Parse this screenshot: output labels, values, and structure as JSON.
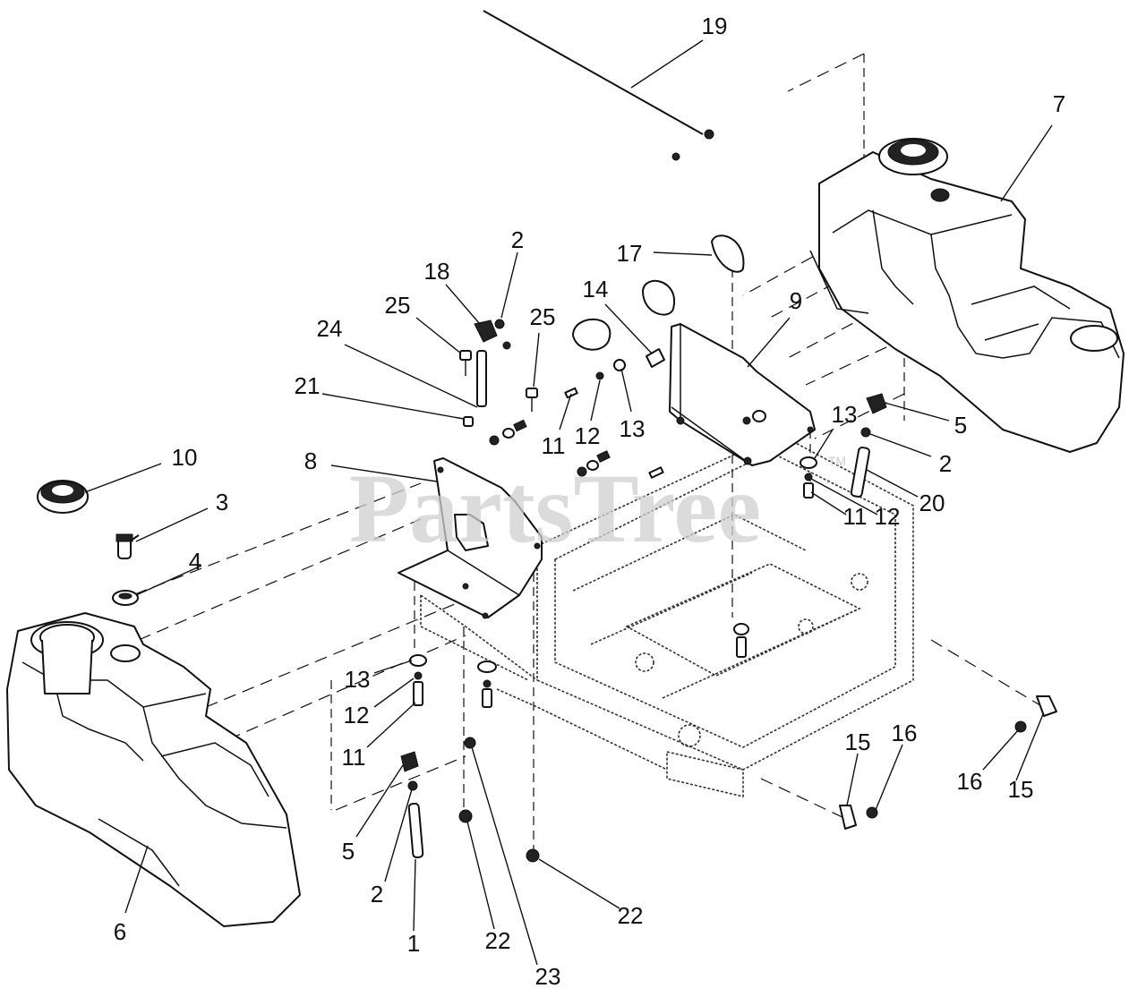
{
  "watermark": {
    "text": "PartsTree",
    "trademark": "TM"
  },
  "callouts": [
    {
      "id": "c19",
      "label": "19"
    },
    {
      "id": "c7",
      "label": "7"
    },
    {
      "id": "c2a",
      "label": "2"
    },
    {
      "id": "c18",
      "label": "18"
    },
    {
      "id": "c17",
      "label": "17"
    },
    {
      "id": "c25a",
      "label": "25"
    },
    {
      "id": "c25b",
      "label": "25"
    },
    {
      "id": "c14",
      "label": "14"
    },
    {
      "id": "c9",
      "label": "9"
    },
    {
      "id": "c24",
      "label": "24"
    },
    {
      "id": "c21",
      "label": "21"
    },
    {
      "id": "c11a",
      "label": "11"
    },
    {
      "id": "c12a",
      "label": "12"
    },
    {
      "id": "c13a",
      "label": "13"
    },
    {
      "id": "c13b",
      "label": "13"
    },
    {
      "id": "c5a",
      "label": "5"
    },
    {
      "id": "c2b",
      "label": "2"
    },
    {
      "id": "c10",
      "label": "10"
    },
    {
      "id": "c8",
      "label": "8"
    },
    {
      "id": "c3",
      "label": "3"
    },
    {
      "id": "c20",
      "label": "20"
    },
    {
      "id": "c11b",
      "label": "11"
    },
    {
      "id": "c12b",
      "label": "12"
    },
    {
      "id": "c4",
      "label": "4"
    },
    {
      "id": "c13c",
      "label": "13"
    },
    {
      "id": "c12c",
      "label": "12"
    },
    {
      "id": "c11c",
      "label": "11"
    },
    {
      "id": "c15a",
      "label": "15"
    },
    {
      "id": "c16a",
      "label": "16"
    },
    {
      "id": "c16b",
      "label": "16"
    },
    {
      "id": "c15b",
      "label": "15"
    },
    {
      "id": "c5b",
      "label": "5"
    },
    {
      "id": "c2c",
      "label": "2"
    },
    {
      "id": "c6",
      "label": "6"
    },
    {
      "id": "c1",
      "label": "1"
    },
    {
      "id": "c22a",
      "label": "22"
    },
    {
      "id": "c22b",
      "label": "22"
    },
    {
      "id": "c23",
      "label": "23"
    }
  ]
}
